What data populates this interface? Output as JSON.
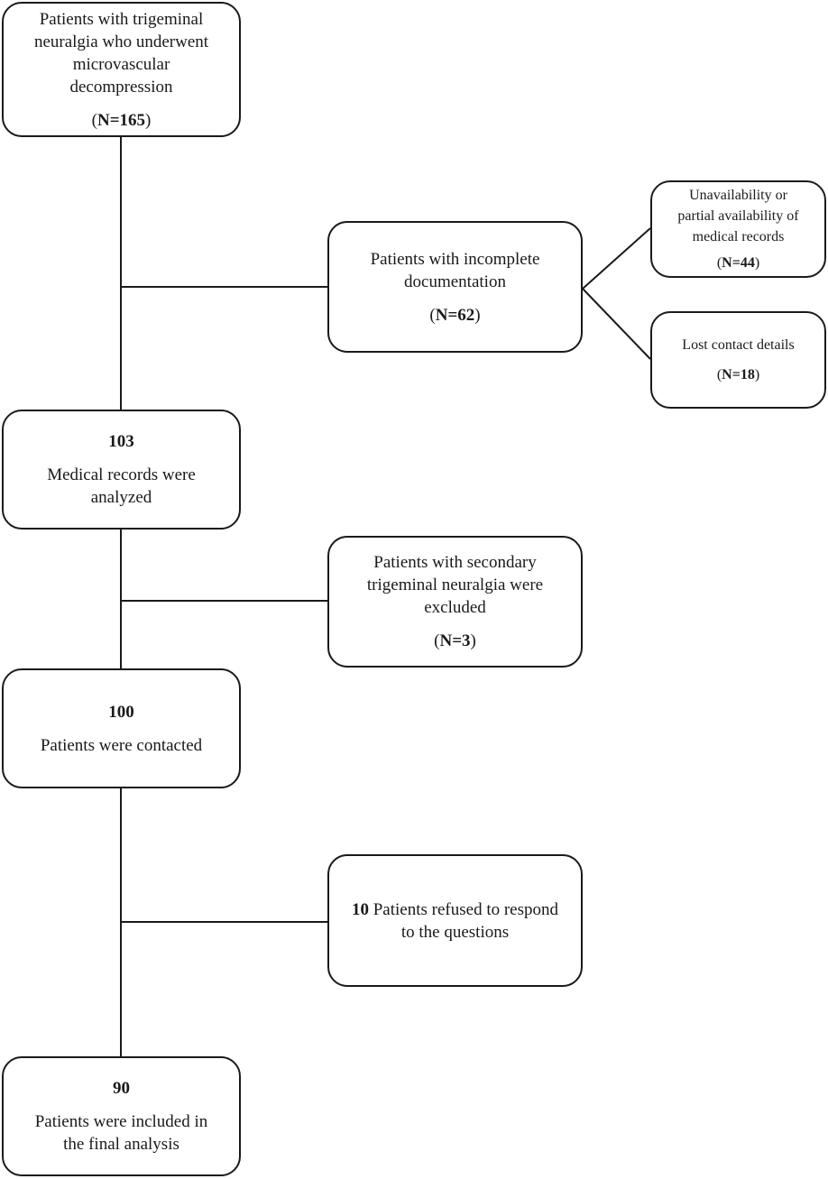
{
  "diagram": {
    "start": {
      "lines": [
        "Patients with trigeminal",
        "neuralgia who underwent",
        "microvascular",
        "decompression"
      ],
      "n": "N=165"
    },
    "incomplete": {
      "lines": [
        "Patients with incomplete",
        "documentation"
      ],
      "n": "N=62"
    },
    "unavailable": {
      "lines": [
        "Unavailability or",
        "partial availability of",
        "medical records"
      ],
      "n": "N=44"
    },
    "lost": {
      "lines": [
        "Lost contact details"
      ],
      "n": "N=18"
    },
    "analyzed": {
      "count": "103",
      "lines": [
        "Medical records were",
        "analyzed"
      ]
    },
    "secondary": {
      "lines": [
        "Patients with secondary",
        "trigeminal neuralgia were",
        "excluded"
      ],
      "n": "N=3"
    },
    "contacted": {
      "count": "100",
      "lines": [
        "Patients were contacted"
      ]
    },
    "refused": {
      "count": "10",
      "first_line_rest": " Patients refused to respond",
      "lines": [
        "to the questions"
      ]
    },
    "final": {
      "count": "90",
      "lines": [
        "Patients were included in",
        "the final analysis"
      ]
    }
  },
  "colors": {
    "stroke": "#1a1a1a",
    "background": "#ffffff"
  }
}
